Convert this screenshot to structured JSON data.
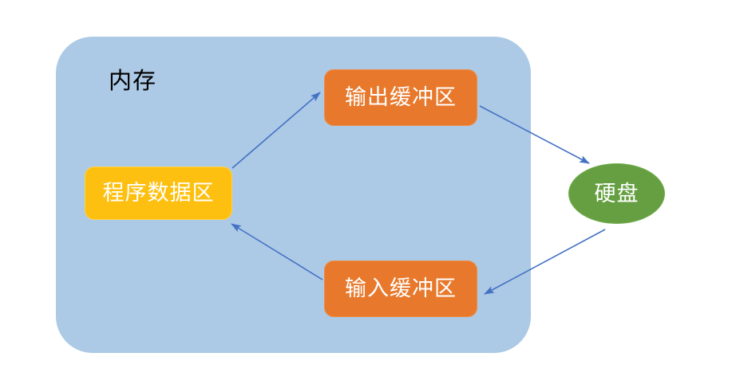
{
  "diagram": {
    "title_label": "内存",
    "background_color": "#ffffff",
    "container": {
      "name": "memory",
      "label": "内存",
      "fill": "#acc9e5"
    },
    "nodes": [
      {
        "id": "program-data",
        "label": "程序数据区",
        "shape": "rounded-rect",
        "fill": "#fdc010",
        "text_color": "#ffffff"
      },
      {
        "id": "output-buffer",
        "label": "输出缓冲区",
        "shape": "rounded-rect",
        "fill": "#e8792c",
        "text_color": "#ffffff"
      },
      {
        "id": "input-buffer",
        "label": "输入缓冲区",
        "shape": "rounded-rect",
        "fill": "#e8792c",
        "text_color": "#ffffff"
      },
      {
        "id": "disk",
        "label": "硬盘",
        "shape": "ellipse",
        "fill": "#659f41",
        "text_color": "#ffffff"
      }
    ],
    "edges": [
      {
        "id": "program-data-to-output-buffer",
        "from": "program-data",
        "to": "output-buffer",
        "color": "#4472c4",
        "arrowhead": "end"
      },
      {
        "id": "output-buffer-to-disk",
        "from": "output-buffer",
        "to": "disk",
        "color": "#4472c4",
        "arrowhead": "end"
      },
      {
        "id": "disk-to-input-buffer",
        "from": "disk",
        "to": "input-buffer",
        "color": "#4472c4",
        "arrowhead": "end"
      },
      {
        "id": "input-buffer-to-program-data",
        "from": "input-buffer",
        "to": "program-data",
        "color": "#4472c4",
        "arrowhead": "end"
      }
    ]
  }
}
